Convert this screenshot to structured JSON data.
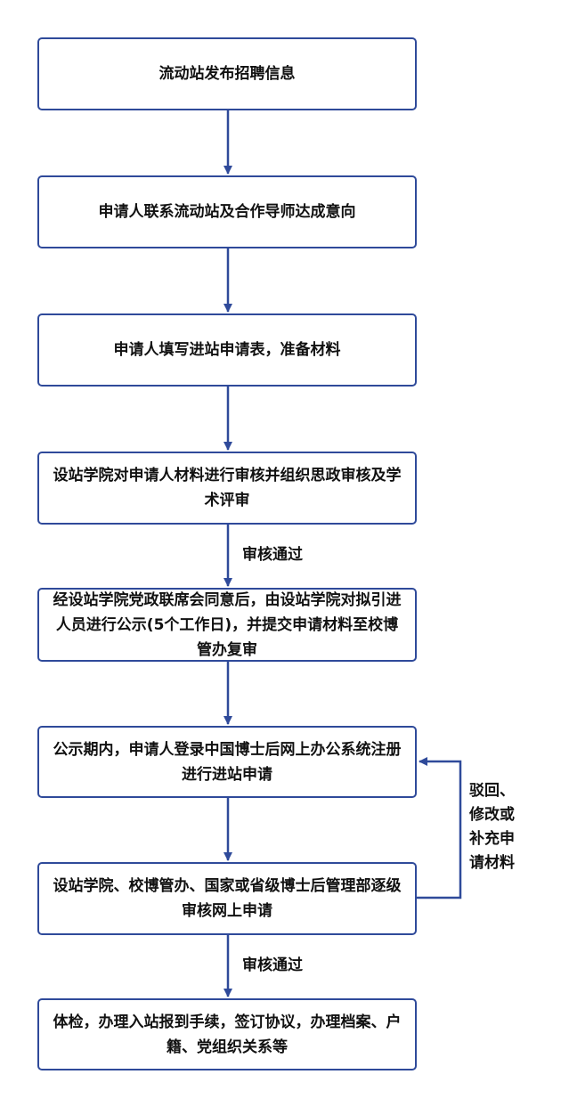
{
  "accent_color": "#2f4a9a",
  "steps": [
    {
      "label": "流动站发布招聘信息"
    },
    {
      "label": "申请人联系流动站及合作导师达成意向"
    },
    {
      "label": "申请人填写进站申请表，准备材料"
    },
    {
      "label": "设站学院对申请人材料进行审核并组织思政审核及学术评审"
    },
    {
      "label": "经设站学院党政联席会同意后，由设站学院对拟引进人员进行公示(5个工作日)，并提交申请材料至校博管办复审"
    },
    {
      "label": "公示期内，申请人登录中国博士后网上办公系统注册进行进站申请"
    },
    {
      "label": "设站学院、校博管办、国家或省级博士后管理部逐级审核网上申请"
    },
    {
      "label": "体检，办理入站报到手续，签订协议，办理档案、户籍、党组织关系等"
    }
  ],
  "connector_labels": {
    "approved_1": "审核通过",
    "approved_2": "审核通过"
  },
  "feedback_label": {
    "line1": "驳回、",
    "line2": "修改或",
    "line3": "补充申",
    "line4": "请材料"
  }
}
